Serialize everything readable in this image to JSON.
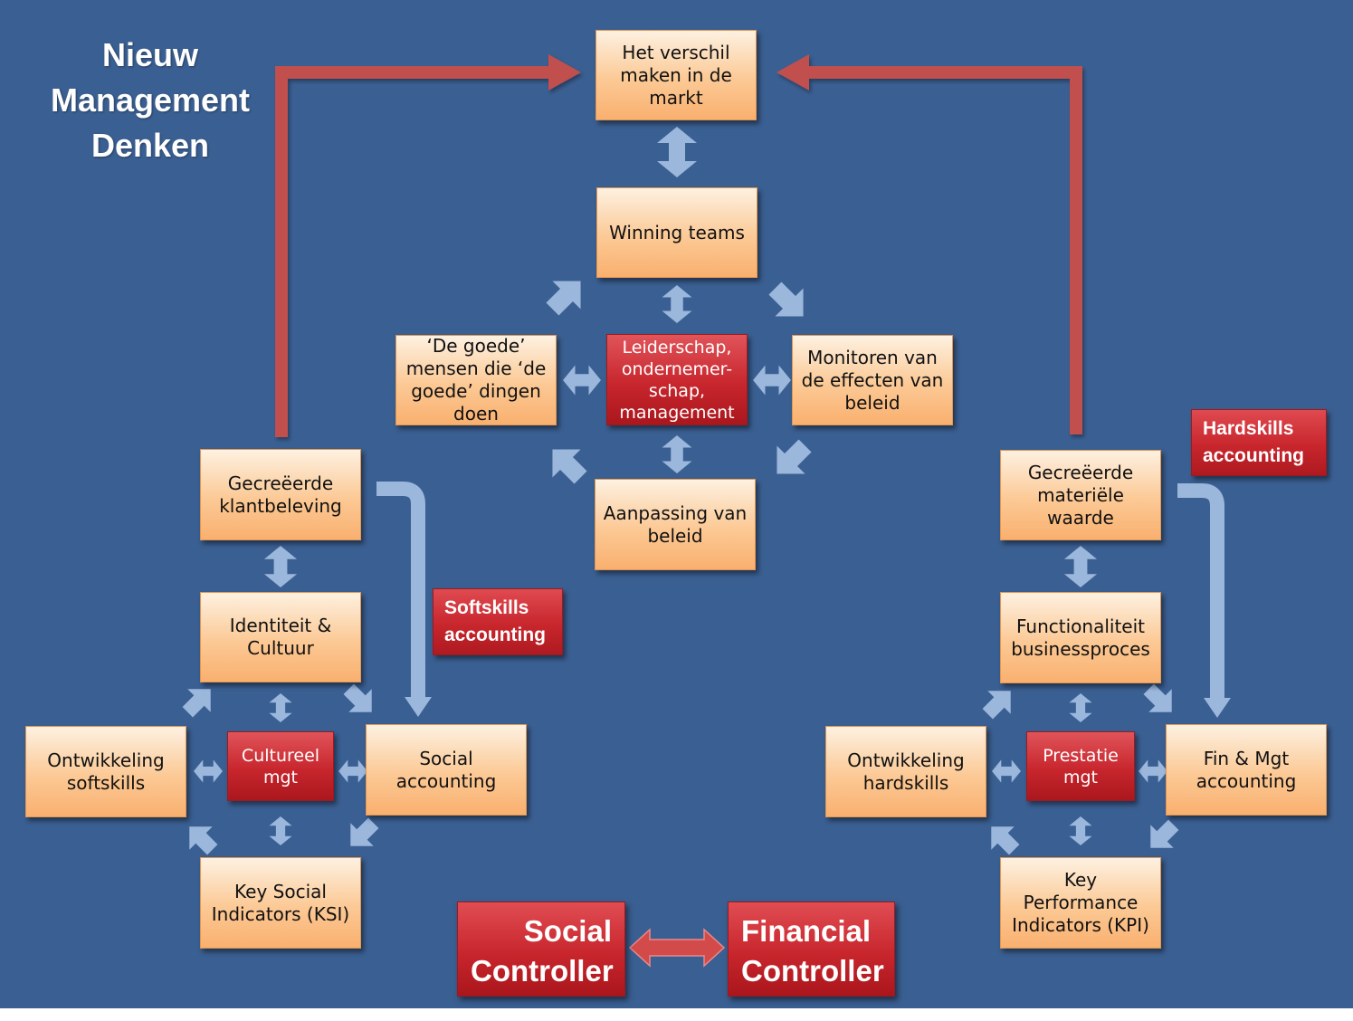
{
  "title": "Nieuw\nManagement\nDenken",
  "colors": {
    "background": "#3a5f92",
    "box_fill": "#fcc995",
    "red_fill": "#c8262d",
    "light_arrow": "#9bb7dc",
    "red_arrow": "#c0504d"
  },
  "center": {
    "markt": "Het verschil\nmaken in de\nmarkt",
    "winning_teams": "Winning teams",
    "goede_mensen": "‘De goede’\nmensen die ‘de\ngoede’ dingen\ndoen",
    "leiderschap": "Leiderschap,\nondernemer-\nschap,\nmanagement",
    "monitoren": "Monitoren van\nde effecten van\nbeleid",
    "aanpassing": "Aanpassing van\nbeleid"
  },
  "left": {
    "klantbeleving": "Gecreëerde\nklantbeleving",
    "identiteit": "Identiteit &\nCultuur",
    "softskills_dev": "Ontwikkeling\nsoftskills",
    "cultureel": "Cultureel\nmgt",
    "social_accounting": "Social\naccounting",
    "ksi": "Key Social\nIndicators (KSI)",
    "softskills_accounting": "Softskills\naccounting"
  },
  "right": {
    "materiele_waarde": "Gecreëerde\nmateriële\nwaarde",
    "functionaliteit": "Functionaliteit\nbusinessproces",
    "hardskills_dev": "Ontwikkeling\nhardskills",
    "prestatie": "Prestatie\nmgt",
    "fin_mgt": "Fin & Mgt\naccounting",
    "kpi": "Key Performance\nIndicators (KPI)",
    "hardskills_accounting": "Hardskills\naccounting"
  },
  "bottom": {
    "social_controller": "Social\nController",
    "financial_controller": "Financial\nController"
  }
}
